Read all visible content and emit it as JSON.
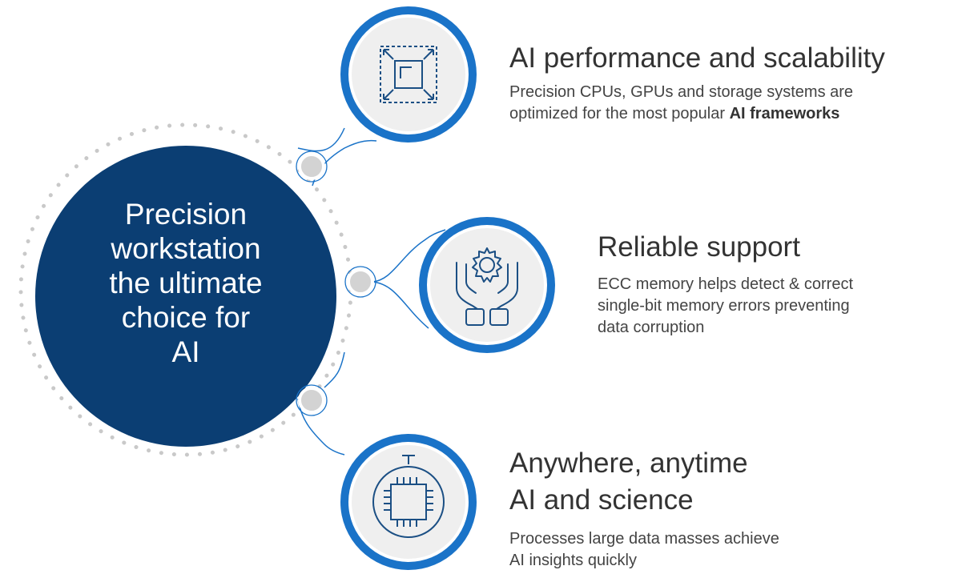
{
  "center": {
    "lines": [
      "Precision",
      "workstation",
      "the ultimate",
      "choice for",
      "AI"
    ]
  },
  "features": [
    {
      "title": "AI performance and scalability",
      "desc_lines": [
        "Precision CPUs, GPUs and storage systems are",
        "optimized for the most popular "
      ],
      "desc_bold": "AI frameworks",
      "icon": "expand-square-icon"
    },
    {
      "title": "Reliable support",
      "desc_lines": [
        "ECC memory helps detect & correct",
        "single-bit memory errors preventing",
        "data corruption"
      ],
      "icon": "hands-gear-icon"
    },
    {
      "title_lines": [
        "Anywhere, anytime",
        "AI and science"
      ],
      "desc_lines": [
        "Processes large data masses achieve",
        "AI insights quickly"
      ],
      "icon": "chip-icon"
    }
  ],
  "colors": {
    "navy": "#0b3e73",
    "ring": "#1a73c8",
    "icon": "#1b4f84",
    "dots": "#c9c9c9",
    "nodeFill": "#d3d3d3",
    "iconBg": "#efefef"
  }
}
